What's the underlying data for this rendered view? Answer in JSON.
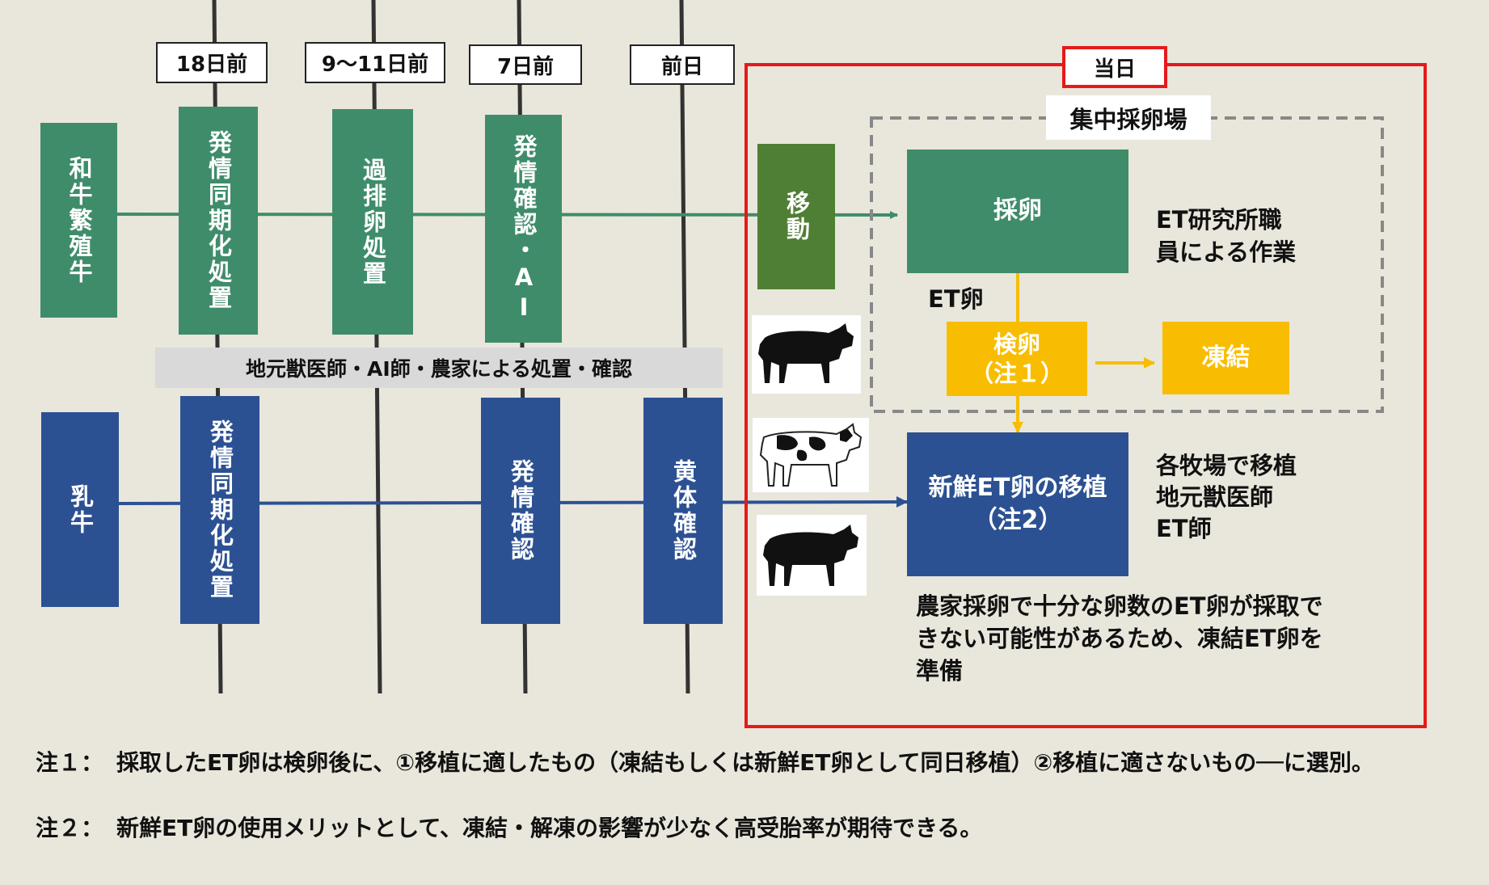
{
  "timeline_labels": {
    "d18": "18日前",
    "d9_11": "9〜11日前",
    "d7": "7日前",
    "prev": "前日",
    "today": "当日"
  },
  "wagyu": {
    "source": "和牛繁殖牛",
    "step1": "発情同期化処置",
    "step2": "過排卵処置",
    "step3": "発情確認・AI",
    "move": "移動"
  },
  "local_band": "地元獣医師・AI師・農家による処置・確認",
  "dairy": {
    "source": "乳牛",
    "step1": "発情同期化処置",
    "step3": "発情確認",
    "step4": "黄体確認"
  },
  "collection_center": {
    "title": "集中採卵場",
    "collect": "採卵",
    "staff_line1": "ET研究所職",
    "staff_line2": "員による作業",
    "et_egg": "ET卵",
    "inspect_line1": "検卵",
    "inspect_line2": "（注１）",
    "freeze": "凍結"
  },
  "transplant": {
    "line1": "新鮮ET卵の移植",
    "line2": "（注2）",
    "actors": [
      "各牧場で移植",
      "地元獣医師",
      "ET師"
    ],
    "remark": [
      "農家採卵で十分な卵数のET卵が採取で",
      "きない可能性があるため、凍結ET卵を",
      "準備"
    ]
  },
  "notes": [
    {
      "head": "注１：",
      "body": "採取したET卵は検卵後に、①移植に適したもの（凍結もしくは新鮮ET卵として同日移植）②移植に適さないもの──に選別。"
    },
    {
      "head": "注２：",
      "body": "新鮮ET卵の使用メリットとして、凍結・解凍の影響が少なく高受胎率が期待できる。"
    }
  ],
  "icons": [
    "black-cow-icon",
    "holstein-cow-icon",
    "black-cow-icon"
  ],
  "colors": {
    "background": "#e9e6dc",
    "wagyu_green": "#3f8c6b",
    "move_olive": "#4f7f35",
    "dairy_blue": "#2c5193",
    "egg_yellow": "#f8bd00",
    "today_red": "#e51a1a",
    "band_gray": "#d9d9d9"
  }
}
